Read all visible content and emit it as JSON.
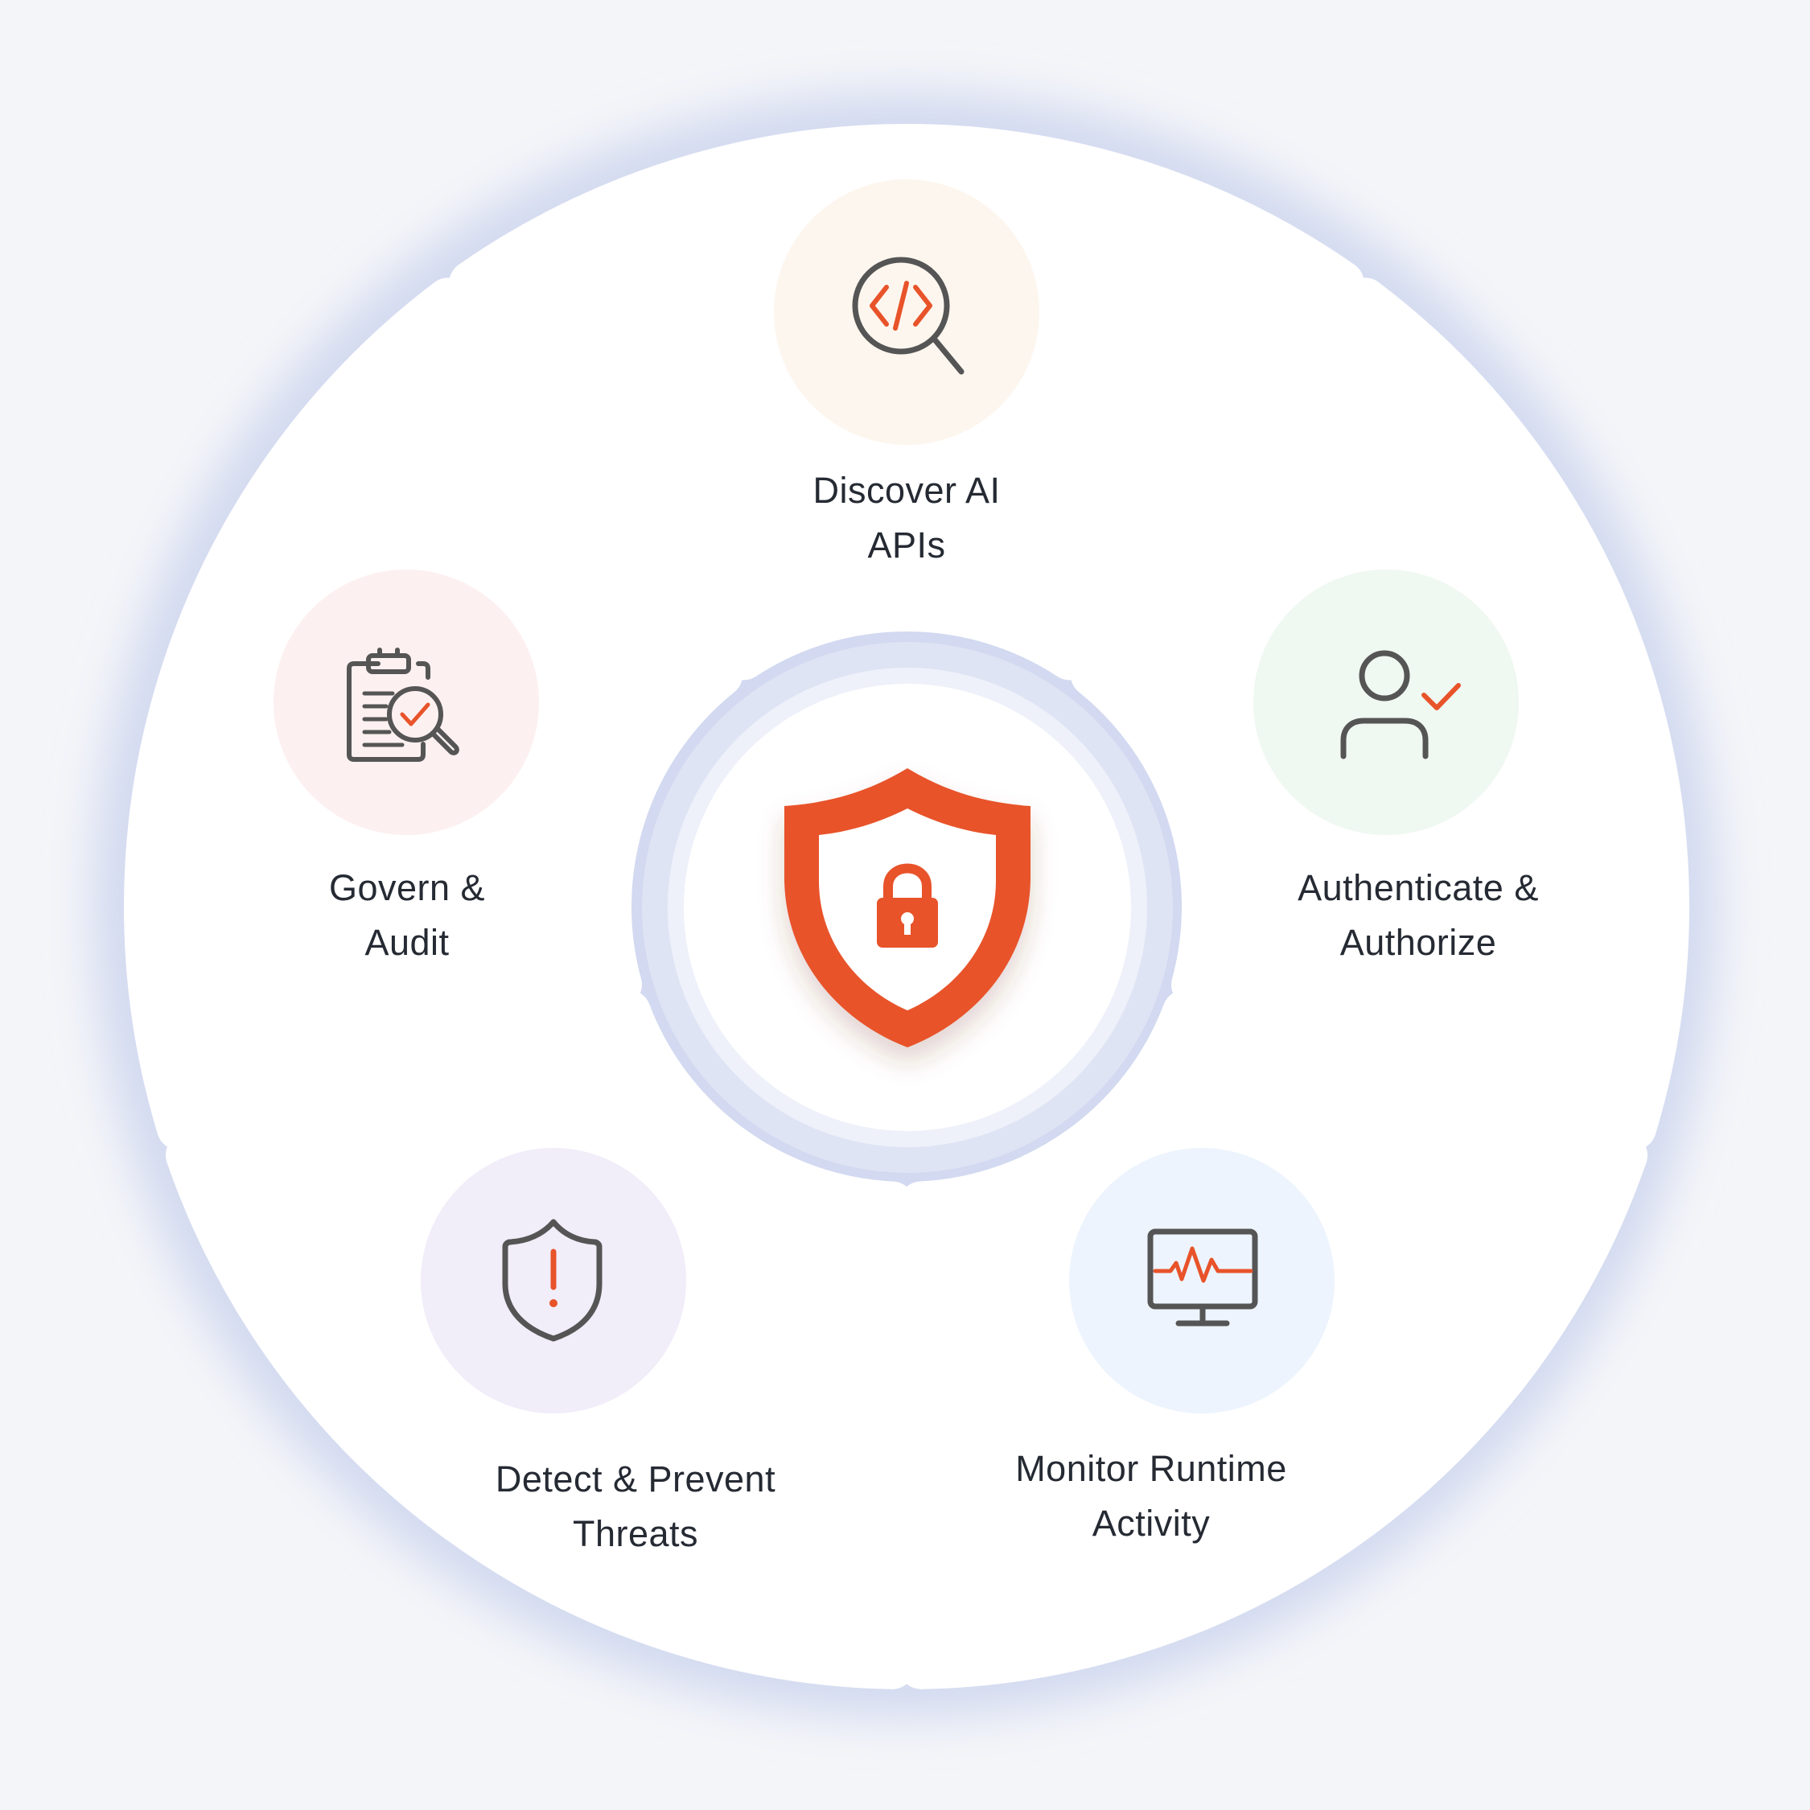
{
  "center": {
    "icon": "shield-lock-icon",
    "color": "#e8532a"
  },
  "segments": [
    {
      "id": "discover",
      "line1": "Discover AI",
      "line2": "APIs",
      "icon": "code-search-icon",
      "circle_color": "#fdf6ee"
    },
    {
      "id": "authenticate",
      "line1": "Authenticate &",
      "line2": "Authorize",
      "icon": "user-check-icon",
      "circle_color": "#eff8f1"
    },
    {
      "id": "monitor",
      "line1": "Monitor Runtime",
      "line2": "Activity",
      "icon": "monitor-pulse-icon",
      "circle_color": "#edf4fd"
    },
    {
      "id": "detect",
      "line1": "Detect & Prevent",
      "line2": "Threats",
      "icon": "shield-alert-icon",
      "circle_color": "#f1edf9"
    },
    {
      "id": "govern",
      "line1": "Govern &",
      "line2": "Audit",
      "icon": "clipboard-audit-icon",
      "circle_color": "#fdf0f0"
    }
  ],
  "colors": {
    "accent": "#e8532a",
    "icon_stroke": "#555555",
    "segment_fill": "#ffffff",
    "halo": "#cdd5ee"
  }
}
